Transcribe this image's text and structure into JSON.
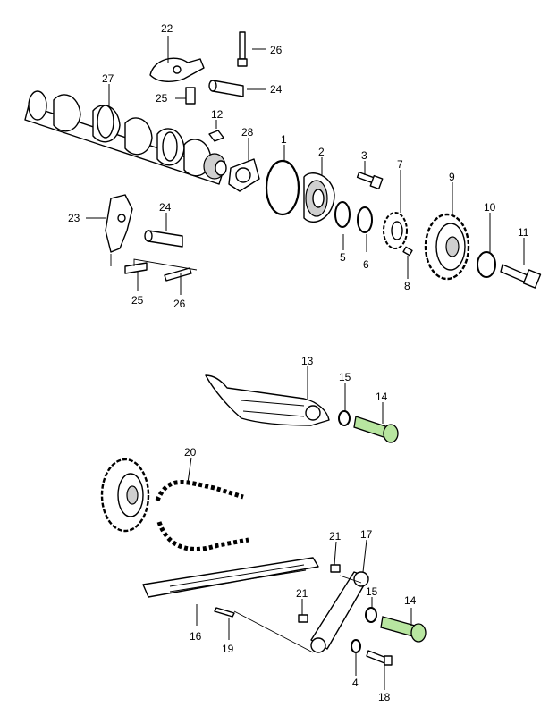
{
  "callouts": [
    {
      "id": "c1",
      "label": "1"
    },
    {
      "id": "c2",
      "label": "2"
    },
    {
      "id": "c3",
      "label": "3"
    },
    {
      "id": "c4",
      "label": "4"
    },
    {
      "id": "c5",
      "label": "5"
    },
    {
      "id": "c6",
      "label": "6"
    },
    {
      "id": "c7",
      "label": "7"
    },
    {
      "id": "c8",
      "label": "8"
    },
    {
      "id": "c9",
      "label": "9"
    },
    {
      "id": "c10",
      "label": "10"
    },
    {
      "id": "c11",
      "label": "11"
    },
    {
      "id": "c12",
      "label": "12"
    },
    {
      "id": "c13",
      "label": "13"
    },
    {
      "id": "c14a",
      "label": "14"
    },
    {
      "id": "c14b",
      "label": "14"
    },
    {
      "id": "c15a",
      "label": "15"
    },
    {
      "id": "c15b",
      "label": "15"
    },
    {
      "id": "c16",
      "label": "16"
    },
    {
      "id": "c17",
      "label": "17"
    },
    {
      "id": "c18",
      "label": "18"
    },
    {
      "id": "c19",
      "label": "19"
    },
    {
      "id": "c20",
      "label": "20"
    },
    {
      "id": "c21a",
      "label": "21"
    },
    {
      "id": "c21b",
      "label": "21"
    },
    {
      "id": "c22",
      "label": "22"
    },
    {
      "id": "c23",
      "label": "23"
    },
    {
      "id": "c24a",
      "label": "24"
    },
    {
      "id": "c24b",
      "label": "24"
    },
    {
      "id": "c25a",
      "label": "25"
    },
    {
      "id": "c25b",
      "label": "25"
    },
    {
      "id": "c26a",
      "label": "26"
    },
    {
      "id": "c26b",
      "label": "26"
    },
    {
      "id": "c27",
      "label": "27"
    },
    {
      "id": "c28",
      "label": "28"
    }
  ],
  "colors": {
    "highlight": "#b8e6a0",
    "line": "#000000",
    "background": "#ffffff"
  }
}
